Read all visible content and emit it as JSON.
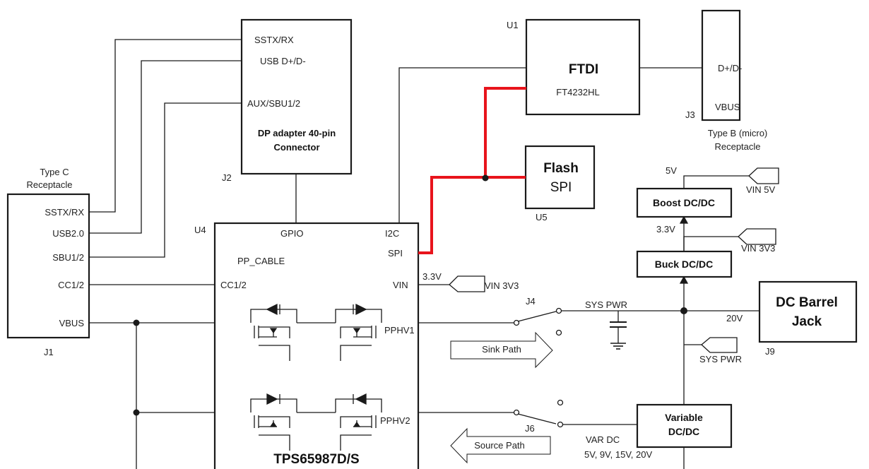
{
  "type_c": {
    "title1": "Type C",
    "title2": "Receptacle",
    "ref": "J1",
    "pins": {
      "sstx": "SSTX/RX",
      "usb": "USB2.0",
      "sbu": "SBU1/2",
      "cc": "CC1/2",
      "vbus": "VBUS"
    }
  },
  "dp": {
    "pin1": "SSTX/RX",
    "pin2": "USB D+/D-",
    "pin3": "AUX/SBU1/2",
    "title1": "DP adapter 40-pin",
    "title2": "Connector",
    "ref": "J2"
  },
  "ftdi": {
    "ref": "U1",
    "title": "FTDI",
    "part": "FT4232HL"
  },
  "flash": {
    "title": "Flash",
    "sub": "SPI",
    "ref": "U5"
  },
  "typeb": {
    "pin1": "D+/D-",
    "pin2": "VBUS",
    "ref": "J3",
    "title1": "Type B (micro)",
    "title2": "Receptacle"
  },
  "pd": {
    "ref": "U4",
    "gpio": "GPIO",
    "i2c": "I2C",
    "spi": "SPI",
    "ppcable": "PP_CABLE",
    "vin": "VIN",
    "cc": "CC1/2",
    "pphv1": "PPHV1",
    "pphv2": "PPHV2",
    "name": "TPS65987D/S"
  },
  "power": {
    "v5": "5V",
    "vin5v": "VIN 5V",
    "boost": "Boost DC/DC",
    "v33": "3.3V",
    "vin3v3": "VIN 3V3",
    "buck": "Buck DC/DC",
    "v33b": "3.3V",
    "vin3v3b": "VIN 3V3",
    "j4": "J4",
    "syspwr": "SYS PWR",
    "v20": "20V",
    "barrel1": "DC Barrel",
    "barrel2": "Jack",
    "j9": "J9",
    "syspwr2": "SYS PWR",
    "sink": "Sink Path",
    "source": "Source Path",
    "j6": "J6",
    "vardc": "VAR DC",
    "varlist": "5V, 9V, 15V, 20V",
    "variable1": "Variable",
    "variable2": "DC/DC"
  },
  "colors": {
    "line": "#1a1a1a",
    "spi_trace": "#e8141c"
  }
}
